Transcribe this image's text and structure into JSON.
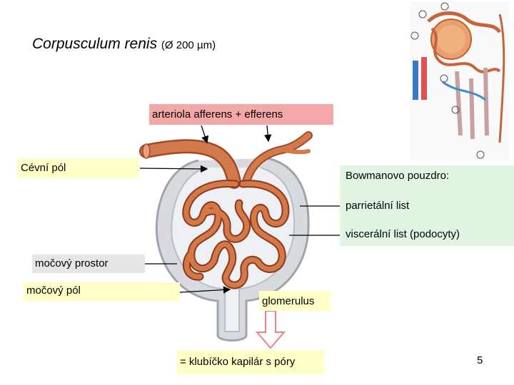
{
  "title": {
    "main": "Corpusculum renis",
    "sub": "(Ø 200 µm)"
  },
  "labels": {
    "arteriola": "arteriola afferens + efferens",
    "cevni_pol": "Cévní pól",
    "bowman": "Bowmanovo pouzdro:",
    "parietalni": "parrietální list",
    "viscer": "viscerální list (podocyty)",
    "mocovy_prostor": "močový prostor",
    "mocovy_pol": "močový pól",
    "glomerulus": "glomerulus",
    "klubicko": "= klubíčko kapilár s póry"
  },
  "page_number": "5",
  "colors": {
    "capillary": "#c8643c",
    "capsule": "#b4b8c0",
    "vein": "#3c8cc8",
    "yellow_box": "#ffffc8",
    "pink_box": "#f4a8a8",
    "green_box": "#e2f5e2"
  }
}
